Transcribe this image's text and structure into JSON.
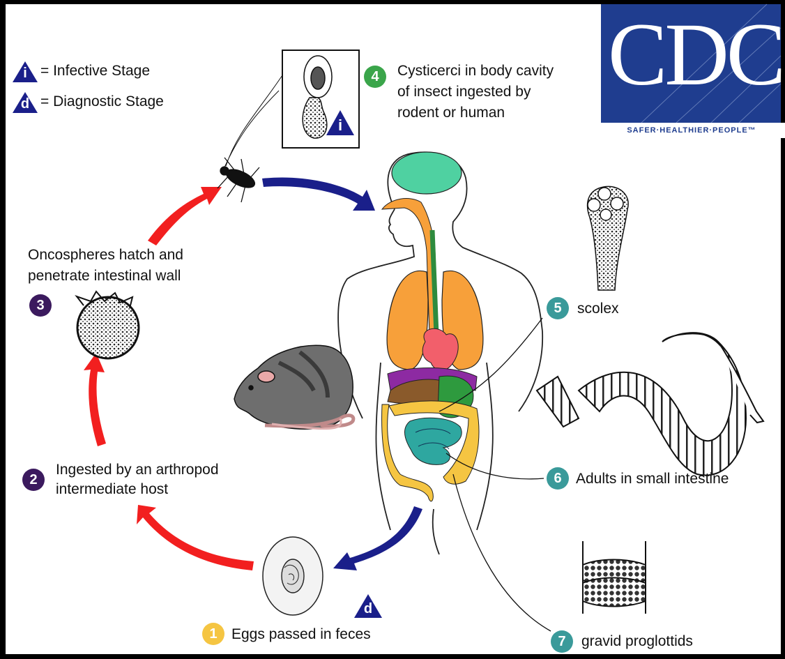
{
  "legend": {
    "infective_symbol": "i",
    "infective_label": "= Infective Stage",
    "diagnostic_symbol": "d",
    "diagnostic_label": "= Diagnostic Stage"
  },
  "stages": [
    {
      "number": "1",
      "label": "Eggs passed in feces",
      "color": "#f5c542"
    },
    {
      "number": "2",
      "label_line1": "Ingested by an arthropod",
      "label_line2": "intermediate host",
      "color": "#3b1a5e"
    },
    {
      "number": "3",
      "label_line1": "Oncospheres hatch and",
      "label_line2": "penetrate intestinal wall",
      "color": "#3b1a5e"
    },
    {
      "number": "4",
      "label_line1": "Cysticerci in body cavity",
      "label_line2": "of insect ingested by",
      "label_line3": "rodent or human",
      "color": "#3aa54a"
    },
    {
      "number": "5",
      "label": "scolex",
      "color": "#3a9a9a"
    },
    {
      "number": "6",
      "label": "Adults in small intestine",
      "color": "#3a9a9a"
    },
    {
      "number": "7",
      "label": "gravid proglottids",
      "color": "#3a9a9a"
    }
  ],
  "markers": {
    "infective_on_cysticerci": "i",
    "diagnostic_on_eggs": "d"
  },
  "logo": {
    "letters": "CDC",
    "tagline": "SAFER·HEALTHIER·PEOPLE™"
  },
  "colors": {
    "red_arrow": "#f21f1f",
    "blue_arrow": "#1a1f8a",
    "marker_blue": "#1a1f8a",
    "logo_blue": "#1f3d8f"
  }
}
